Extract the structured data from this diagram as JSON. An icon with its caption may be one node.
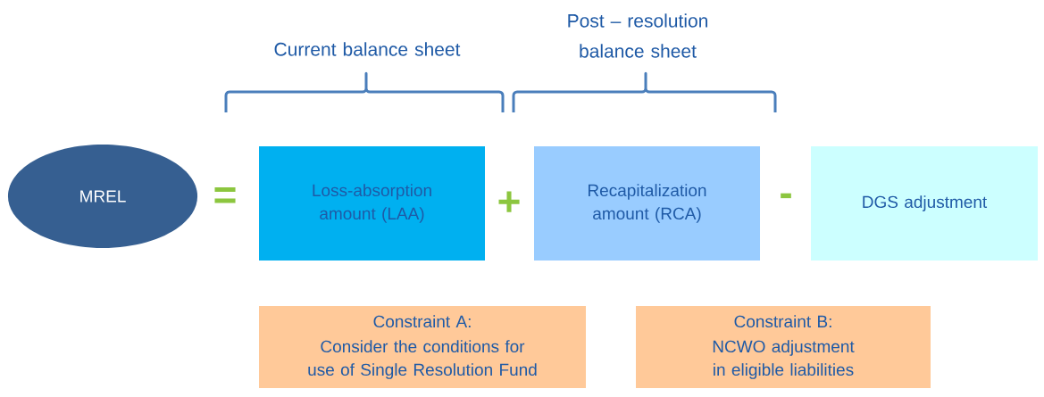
{
  "diagram": {
    "nodes": [
      {
        "text": [
          "MREL"
        ]
      },
      {
        "text": [
          "Loss-absorption amount (LAA)"
        ]
      },
      {
        "text": [
          "Recapitalization amount (RCA)"
        ]
      },
      {
        "text": [
          "DGS adjustment"
        ]
      },
      {
        "text": [
          "Constraint A:",
          "Consider the conditions for use of Single Resolution Fund"
        ]
      },
      {
        "text": [
          "Constraint B:",
          "NCWO adjustment in eligible liabilities"
        ]
      }
    ],
    "labels": [
      "Current balance sheet",
      "Post – resolution balance sheet",
      "=",
      "+",
      "-"
    ]
  }
}
